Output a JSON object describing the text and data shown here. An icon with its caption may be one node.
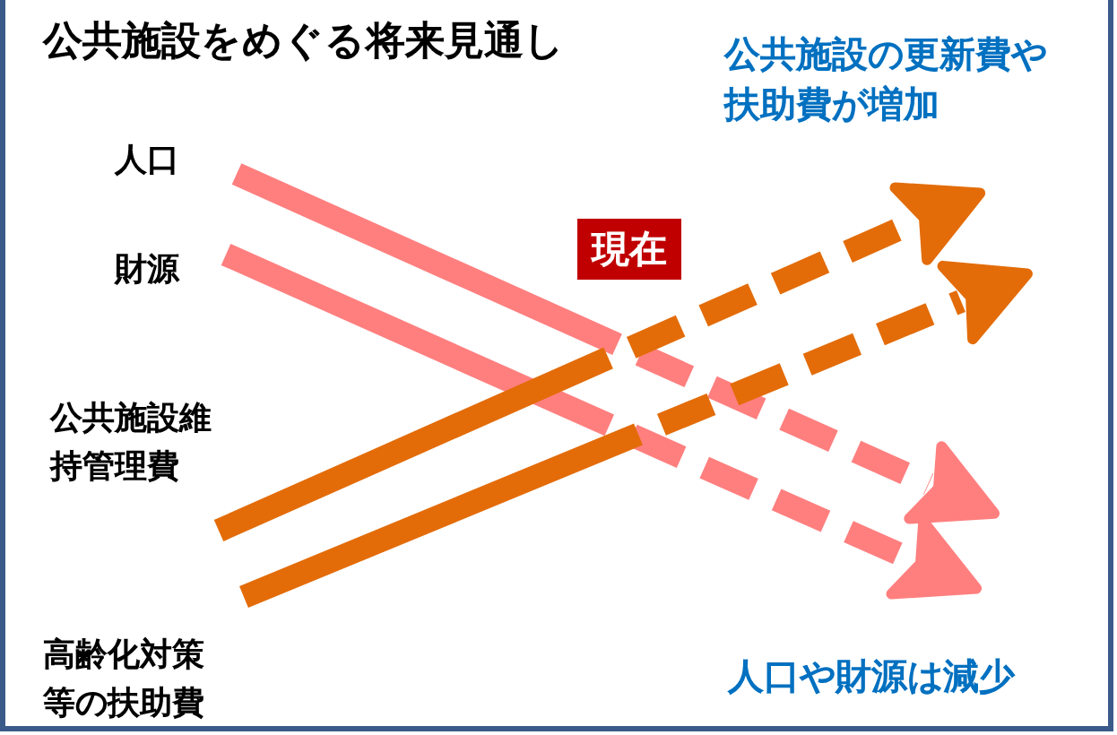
{
  "diagram": {
    "title": "公共施設をめぐる将来見通し",
    "nodes": [
      {
        "text": [
          "人口"
        ]
      },
      {
        "text": [
          "財源"
        ]
      },
      {
        "text": [
          "公共施設維持管理費"
        ]
      },
      {
        "text": [
          "高齢化対策等の扶助費"
        ]
      },
      {
        "text": [
          "現在"
        ]
      },
      {
        "text": [
          "公共施設の更新費や扶助費が増加"
        ]
      },
      {
        "text": [
          "人口や財源は減少"
        ]
      }
    ],
    "edges": [
      {
        "from": 0,
        "to": 6,
        "arrow": "to",
        "color": "#ff7f7f"
      },
      {
        "from": 1,
        "to": 6,
        "arrow": "to",
        "color": "#ff7f7f"
      },
      {
        "from": 2,
        "to": 5,
        "arrow": "to",
        "color": "#e36c09"
      },
      {
        "from": 3,
        "to": 5,
        "arrow": "to",
        "color": "#e36c09"
      }
    ]
  }
}
